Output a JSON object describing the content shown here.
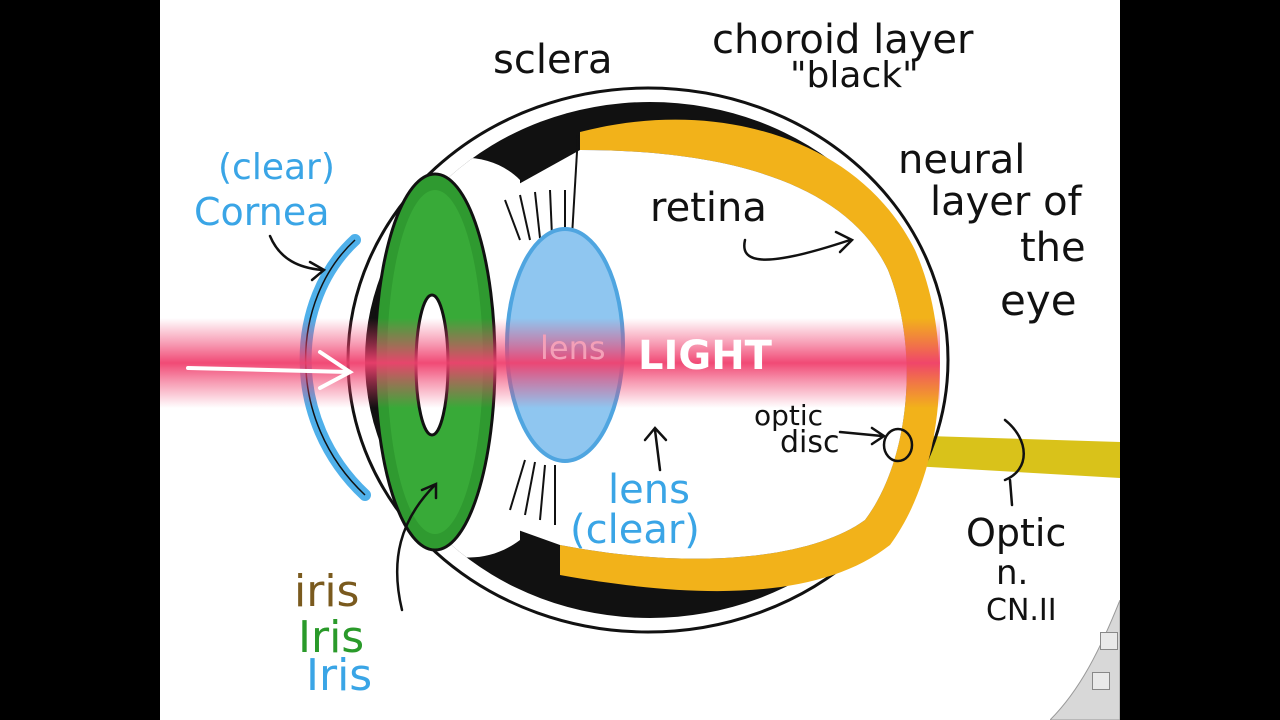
{
  "labels": {
    "sclera": "sclera",
    "choroid_1": "choroid layer",
    "choroid_2": "\"black\"",
    "clear_top": "(clear)",
    "cornea": "Cornea",
    "retina": "retina",
    "neural_1": "neural",
    "neural_2": "layer of",
    "neural_3": "the",
    "neural_4": "eye",
    "light": "LIGHT",
    "lens_inner": "lens",
    "optic_disc_1": "optic",
    "optic_disc_2": "disc",
    "lens_1": "lens",
    "lens_2": "(clear)",
    "optic_n_1": "Optic",
    "optic_n_2": "n.",
    "optic_n_3": "CN.II",
    "iris_1": "iris",
    "iris_2": "Iris",
    "iris_3": "Iris"
  },
  "colors": {
    "light_beam": "#f0406e",
    "cornea": "#4fb0ea",
    "iris": "#2f9a30",
    "lens": "#8fc6f0",
    "retina": "#f2b21a",
    "choroid": "#111111",
    "optic_nerve": "#d9c21a"
  }
}
